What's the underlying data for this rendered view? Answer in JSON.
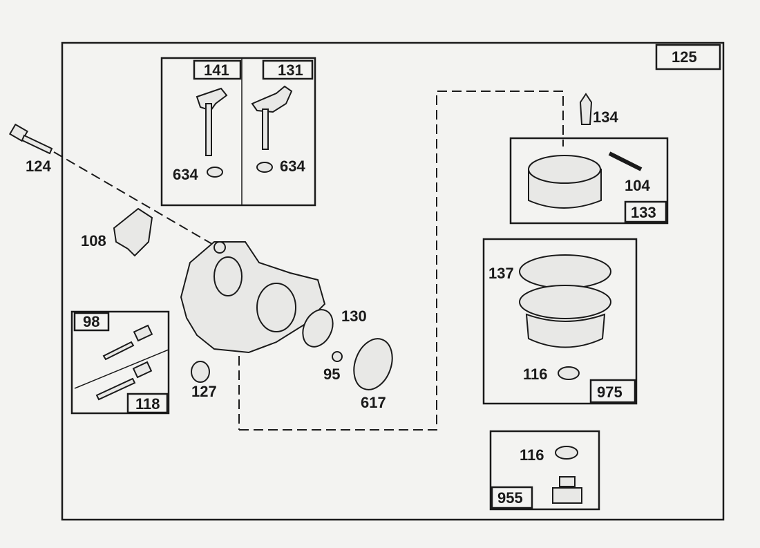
{
  "diagram": {
    "title": "Carburetor parts diagram",
    "labels": {
      "p125": "125",
      "p141": "141",
      "p131": "131",
      "p634a": "634",
      "p634b": "634",
      "p124": "124",
      "p108": "108",
      "p98": "98",
      "p118": "118",
      "p127": "127",
      "p130": "130",
      "p95": "95",
      "p617": "617",
      "p134": "134",
      "p104": "104",
      "p133": "133",
      "p137": "137",
      "p116a": "116",
      "p975": "975",
      "p116b": "116",
      "p955": "955"
    }
  }
}
